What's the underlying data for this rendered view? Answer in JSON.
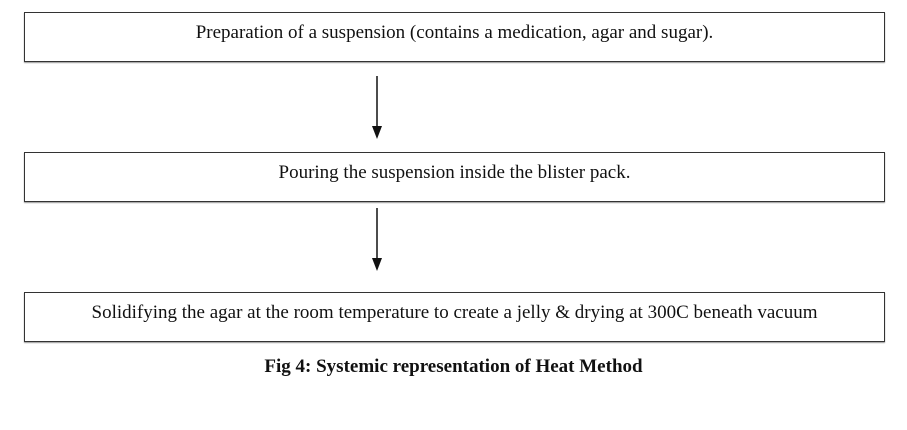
{
  "steps": [
    "Preparation of a suspension (contains a medication, agar and sugar).",
    "Pouring the suspension inside the blister pack.",
    "Solidifying the agar at the room temperature to create a jelly & drying at 300C beneath vacuum"
  ],
  "caption": "Fig 4: Systemic representation of Heat Method"
}
